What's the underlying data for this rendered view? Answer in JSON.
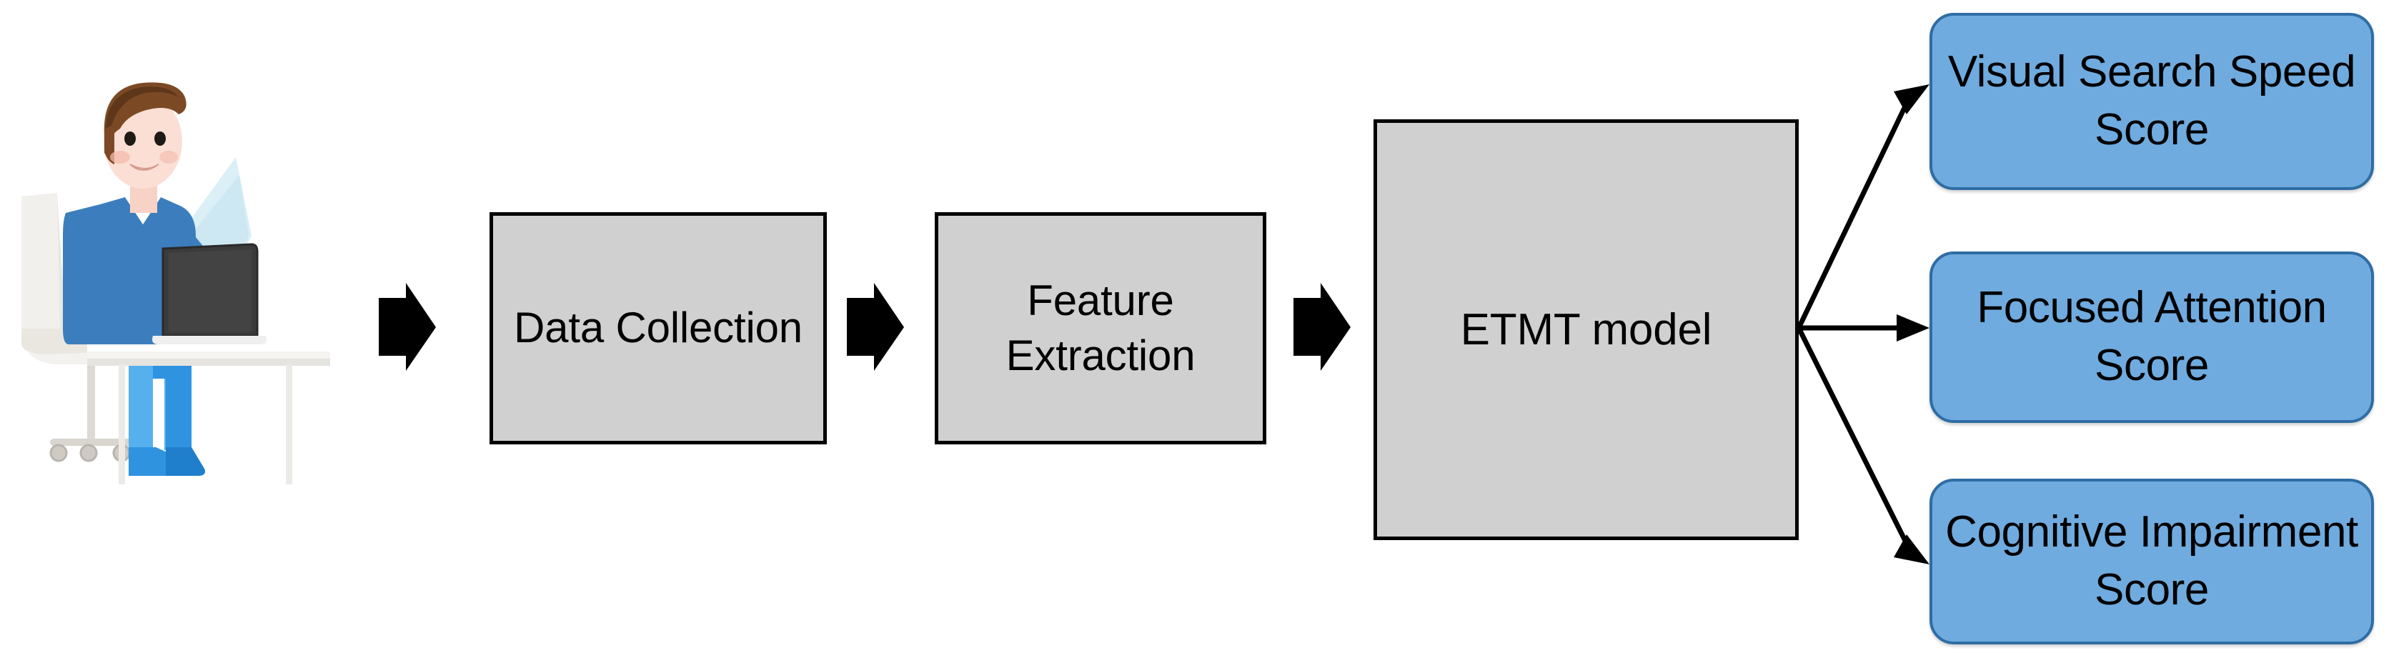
{
  "diagram": {
    "title": "ETMT model pipeline",
    "background_color": "#ffffff",
    "illustration": {
      "name": "person-at-desk-with-laptop",
      "description": "Flat illustration of a person seated on an office chair working at a desk on a laptop",
      "colors": {
        "hair": "#7b4a25",
        "skin": "#f7d3c6",
        "shirt": "#3c7ebd",
        "trousers": "#3f9ae0",
        "shoes": "#2d7fc2",
        "laptop": "#3b3b3b",
        "desk": "#f0efec",
        "chair": "#efeeea",
        "screen_glow": "#cfe9f2"
      }
    },
    "process_boxes": [
      {
        "id": "data-collection",
        "label": "Data Collection",
        "lines": [
          "Data",
          "Collection"
        ],
        "fill": "#d0d0d0",
        "border": "#000000"
      },
      {
        "id": "feature-extraction",
        "label": "Feature Extraction",
        "lines": [
          "Feature",
          "Extraction"
        ],
        "fill": "#d0d0d0",
        "border": "#000000"
      },
      {
        "id": "etmt-model",
        "label": "ETMT model",
        "lines": [
          "ETMT model"
        ],
        "fill": "#d0d0d0",
        "border": "#000000"
      }
    ],
    "output_boxes": [
      {
        "id": "visual-search-speed-score",
        "label": "Visual Search Speed Score",
        "lines": [
          "Visual Search",
          "Speed Score"
        ],
        "fill": "#6fabdf",
        "border": "#2e6da4"
      },
      {
        "id": "focused-attention-score",
        "label": "Focused Attention Score",
        "lines": [
          "Focused Attention",
          "Score"
        ],
        "fill": "#6fabdf",
        "border": "#2e6da4"
      },
      {
        "id": "cognitive-impairment-score",
        "label": "Cognitive Impairment Score",
        "lines": [
          "Cognitive",
          "Impairment Score"
        ],
        "fill": "#6fabdf",
        "border": "#2e6da4"
      }
    ],
    "connectors": [
      {
        "id": "person-to-data-collection",
        "style": "block-arrow",
        "direction": "right",
        "color": "#000000"
      },
      {
        "id": "data-collection-to-feature-extraction",
        "style": "block-arrow",
        "direction": "right",
        "color": "#000000"
      },
      {
        "id": "feature-extraction-to-etmt-model",
        "style": "block-arrow",
        "direction": "right",
        "color": "#000000"
      },
      {
        "id": "etmt-to-visual-search-speed-score",
        "style": "line-arrow",
        "direction": "up-right",
        "color": "#000000"
      },
      {
        "id": "etmt-to-focused-attention-score",
        "style": "line-arrow",
        "direction": "right",
        "color": "#000000"
      },
      {
        "id": "etmt-to-cognitive-impairment-score",
        "style": "line-arrow",
        "direction": "down-right",
        "color": "#000000"
      }
    ]
  }
}
